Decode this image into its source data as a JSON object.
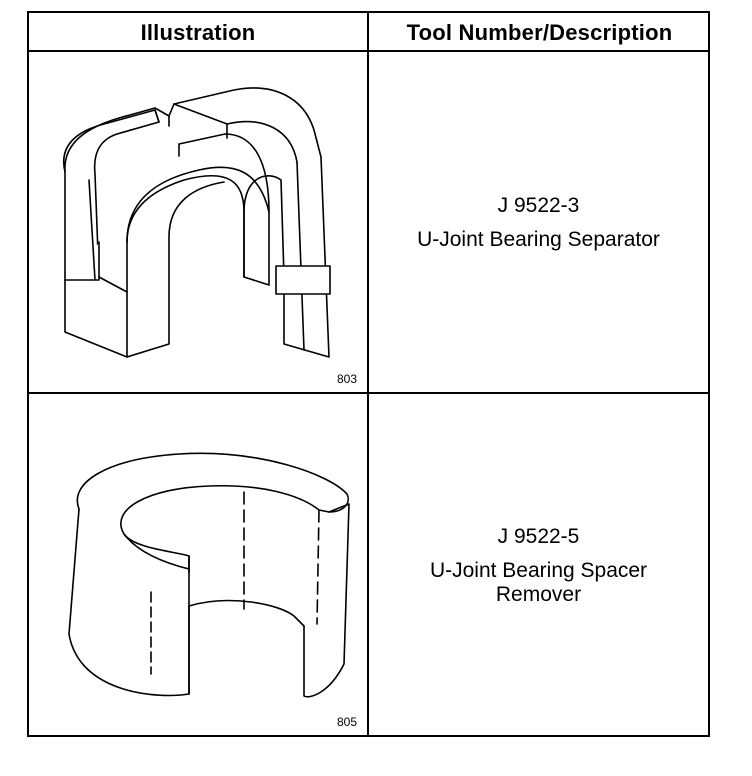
{
  "table": {
    "header": {
      "illustration": "Illustration",
      "description": "Tool Number/Description"
    },
    "rows": [
      {
        "figure_number": "803",
        "tool_number": "J 9522-3",
        "tool_name": "U-Joint Bearing Separator",
        "illustration_icon": "u-joint-bearing-separator-drawing"
      },
      {
        "figure_number": "805",
        "tool_number": "J 9522-5",
        "tool_name": "U-Joint Bearing Spacer Remover",
        "illustration_icon": "u-joint-bearing-spacer-remover-drawing"
      }
    ]
  }
}
